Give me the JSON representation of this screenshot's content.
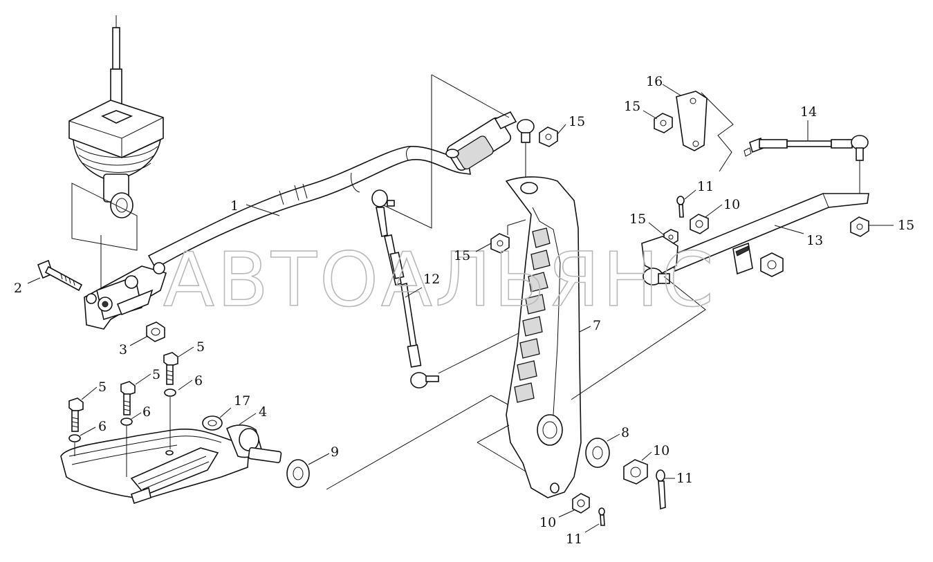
{
  "watermark": "АВТОАЛЬЯНС",
  "callouts": [
    {
      "id": "c1",
      "label": "1"
    },
    {
      "id": "c2",
      "label": "2"
    },
    {
      "id": "c3",
      "label": "3"
    },
    {
      "id": "c4",
      "label": "4"
    },
    {
      "id": "c5a",
      "label": "5"
    },
    {
      "id": "c5b",
      "label": "5"
    },
    {
      "id": "c5c",
      "label": "5"
    },
    {
      "id": "c6a",
      "label": "6"
    },
    {
      "id": "c6b",
      "label": "6"
    },
    {
      "id": "c6c",
      "label": "6"
    },
    {
      "id": "c7",
      "label": "7"
    },
    {
      "id": "c8",
      "label": "8"
    },
    {
      "id": "c9",
      "label": "9"
    },
    {
      "id": "c10a",
      "label": "10"
    },
    {
      "id": "c10b",
      "label": "10"
    },
    {
      "id": "c10c",
      "label": "10"
    },
    {
      "id": "c11a",
      "label": "11"
    },
    {
      "id": "c11b",
      "label": "11"
    },
    {
      "id": "c11c",
      "label": "11"
    },
    {
      "id": "c12",
      "label": "12"
    },
    {
      "id": "c13",
      "label": "13"
    },
    {
      "id": "c14",
      "label": "14"
    },
    {
      "id": "c15a",
      "label": "15"
    },
    {
      "id": "c15b",
      "label": "15"
    },
    {
      "id": "c15c",
      "label": "15"
    },
    {
      "id": "c15d",
      "label": "15"
    },
    {
      "id": "c15e",
      "label": "15"
    },
    {
      "id": "c16",
      "label": "16"
    },
    {
      "id": "c17",
      "label": "17"
    }
  ]
}
